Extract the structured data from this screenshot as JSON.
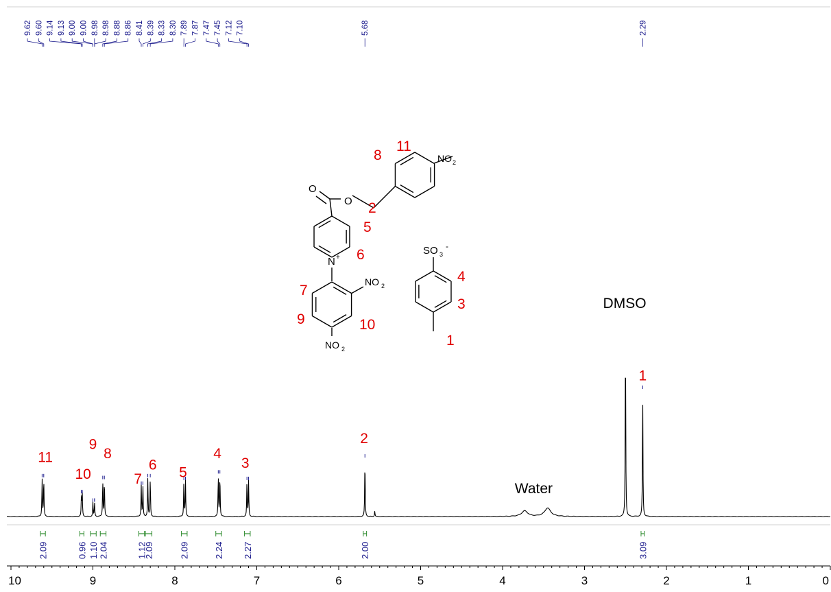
{
  "chart_data": {
    "type": "line",
    "xaxis": {
      "range": [
        10,
        0
      ],
      "reversed": true,
      "ticks": [
        10,
        9,
        8,
        7,
        6,
        5,
        4,
        3,
        2,
        1,
        0
      ],
      "tick_labels": [
        "10",
        "9",
        "8",
        "7",
        "6",
        "5",
        "4",
        "3",
        "2",
        "1",
        "0"
      ]
    },
    "peak_labels": [
      "9.62",
      "9.60",
      "9.14",
      "9.13",
      "9.00",
      "9.00",
      "8.98",
      "8.98",
      "8.88",
      "8.86",
      "8.41",
      "8.39",
      "8.33",
      "8.30",
      "7.89",
      "7.87",
      "7.47",
      "7.45",
      "7.12",
      "7.10",
      "5.68",
      "2.29"
    ],
    "integrals": [
      {
        "from": 9.64,
        "to": 9.58,
        "value": "2.09"
      },
      {
        "from": 9.16,
        "to": 9.11,
        "value": "0.96"
      },
      {
        "from": 9.03,
        "to": 8.96,
        "value": "1.10"
      },
      {
        "from": 8.91,
        "to": 8.84,
        "value": "2.04"
      },
      {
        "from": 8.44,
        "to": 8.37,
        "value": "1.12"
      },
      {
        "from": 8.36,
        "to": 8.28,
        "value": "2.09"
      },
      {
        "from": 7.92,
        "to": 7.85,
        "value": "2.09"
      },
      {
        "from": 7.5,
        "to": 7.43,
        "value": "2.24"
      },
      {
        "from": 7.15,
        "to": 7.08,
        "value": "2.27"
      },
      {
        "from": 5.7,
        "to": 5.66,
        "value": "2.00"
      },
      {
        "from": 2.31,
        "to": 2.27,
        "value": "3.09"
      }
    ],
    "peaks": [
      {
        "ppm": 9.62,
        "h": 0.41
      },
      {
        "ppm": 9.6,
        "h": 0.41
      },
      {
        "ppm": 9.14,
        "h": 0.24
      },
      {
        "ppm": 9.13,
        "h": 0.24
      },
      {
        "ppm": 9.0,
        "h": 0.15
      },
      {
        "ppm": 8.98,
        "h": 0.15
      },
      {
        "ppm": 8.88,
        "h": 0.39
      },
      {
        "ppm": 8.86,
        "h": 0.39
      },
      {
        "ppm": 8.41,
        "h": 0.33
      },
      {
        "ppm": 8.39,
        "h": 0.33
      },
      {
        "ppm": 8.33,
        "h": 0.41
      },
      {
        "ppm": 8.3,
        "h": 0.41
      },
      {
        "ppm": 7.89,
        "h": 0.38
      },
      {
        "ppm": 7.87,
        "h": 0.38
      },
      {
        "ppm": 7.47,
        "h": 0.45
      },
      {
        "ppm": 7.45,
        "h": 0.45
      },
      {
        "ppm": 7.12,
        "h": 0.38
      },
      {
        "ppm": 7.1,
        "h": 0.38
      },
      {
        "ppm": 5.68,
        "h": 0.62
      },
      {
        "ppm": 5.56,
        "h": 0.06
      },
      {
        "ppm": 3.73,
        "h": 0.06
      },
      {
        "ppm": 3.45,
        "h": 0.09
      },
      {
        "ppm": 2.5,
        "h": 2.0
      },
      {
        "ppm": 2.29,
        "h": 1.35
      }
    ],
    "annotations": [
      {
        "text": "11",
        "ppm": 9.58,
        "level": 0.58
      },
      {
        "text": "10",
        "ppm": 9.12,
        "level": 0.4
      },
      {
        "text": "9",
        "ppm": 9.0,
        "level": 0.72
      },
      {
        "text": "8",
        "ppm": 8.82,
        "level": 0.62
      },
      {
        "text": "7",
        "ppm": 8.45,
        "level": 0.35
      },
      {
        "text": "6",
        "ppm": 8.27,
        "level": 0.5
      },
      {
        "text": "5",
        "ppm": 7.9,
        "level": 0.42
      },
      {
        "text": "4",
        "ppm": 7.48,
        "level": 0.62
      },
      {
        "text": "3",
        "ppm": 7.14,
        "level": 0.52
      },
      {
        "text": "2",
        "ppm": 5.69,
        "level": 0.78
      },
      {
        "text": "1",
        "ppm": 2.29,
        "level": 1.45
      }
    ],
    "solvent_labels": [
      {
        "text": "Water",
        "ppm": 3.62,
        "level": 0.25
      },
      {
        "text": "DMSO",
        "ppm": 2.51,
        "level": 2.22
      }
    ],
    "structure": {
      "atoms": [
        "O",
        "O",
        "NO",
        "2",
        "N",
        "+",
        "NO",
        "2",
        "NO",
        "2",
        "SO",
        "3",
        "-"
      ],
      "numbers": [
        "11",
        "8",
        "2",
        "5",
        "6",
        "7",
        "9",
        "10",
        "4",
        "3",
        "1"
      ]
    },
    "colors": {
      "spectrum": "#000000",
      "peak_labels": "#1a1a8c",
      "integrals": "#1a1a8c",
      "integral_marks": "#2e8b2e",
      "annotations": "#e00000",
      "axis": "#000000"
    }
  }
}
